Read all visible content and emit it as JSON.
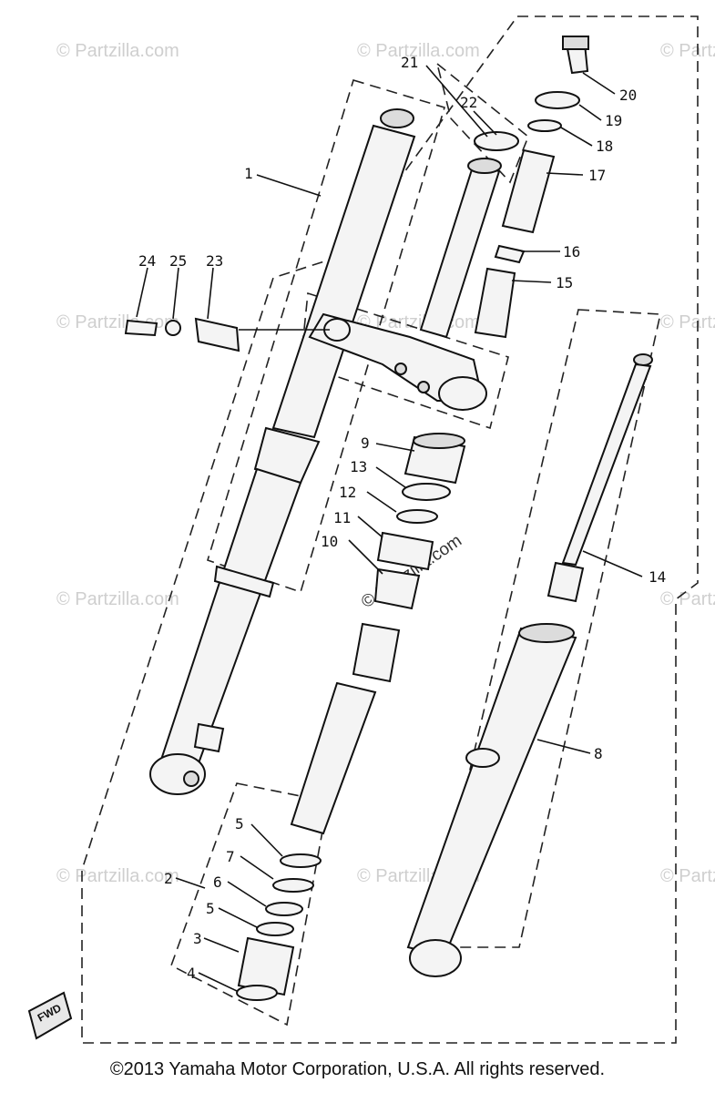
{
  "diagram": {
    "watermark_text": "© Partzilla.com",
    "center_watermark_text": "© Partzilla.com",
    "fwd_badge_text": "FWD",
    "callouts": [
      {
        "id": "c1",
        "text": "1"
      },
      {
        "id": "c2",
        "text": "2"
      },
      {
        "id": "c3",
        "text": "3"
      },
      {
        "id": "c4",
        "text": "4"
      },
      {
        "id": "c5a",
        "text": "5"
      },
      {
        "id": "c5b",
        "text": "5"
      },
      {
        "id": "c6",
        "text": "6"
      },
      {
        "id": "c7",
        "text": "7"
      },
      {
        "id": "c8",
        "text": "8"
      },
      {
        "id": "c9",
        "text": "9"
      },
      {
        "id": "c10",
        "text": "10"
      },
      {
        "id": "c11",
        "text": "11"
      },
      {
        "id": "c12",
        "text": "12"
      },
      {
        "id": "c13",
        "text": "13"
      },
      {
        "id": "c14",
        "text": "14"
      },
      {
        "id": "c15",
        "text": "15"
      },
      {
        "id": "c16",
        "text": "16"
      },
      {
        "id": "c17",
        "text": "17"
      },
      {
        "id": "c18",
        "text": "18"
      },
      {
        "id": "c19",
        "text": "19"
      },
      {
        "id": "c20",
        "text": "20"
      },
      {
        "id": "c21",
        "text": "21"
      },
      {
        "id": "c22",
        "text": "22"
      },
      {
        "id": "c23",
        "text": "23"
      },
      {
        "id": "c24",
        "text": "24"
      },
      {
        "id": "c25",
        "text": "25"
      }
    ]
  },
  "footer": {
    "copyright": "©2013 Yamaha Motor Corporation, U.S.A. All rights reserved."
  }
}
